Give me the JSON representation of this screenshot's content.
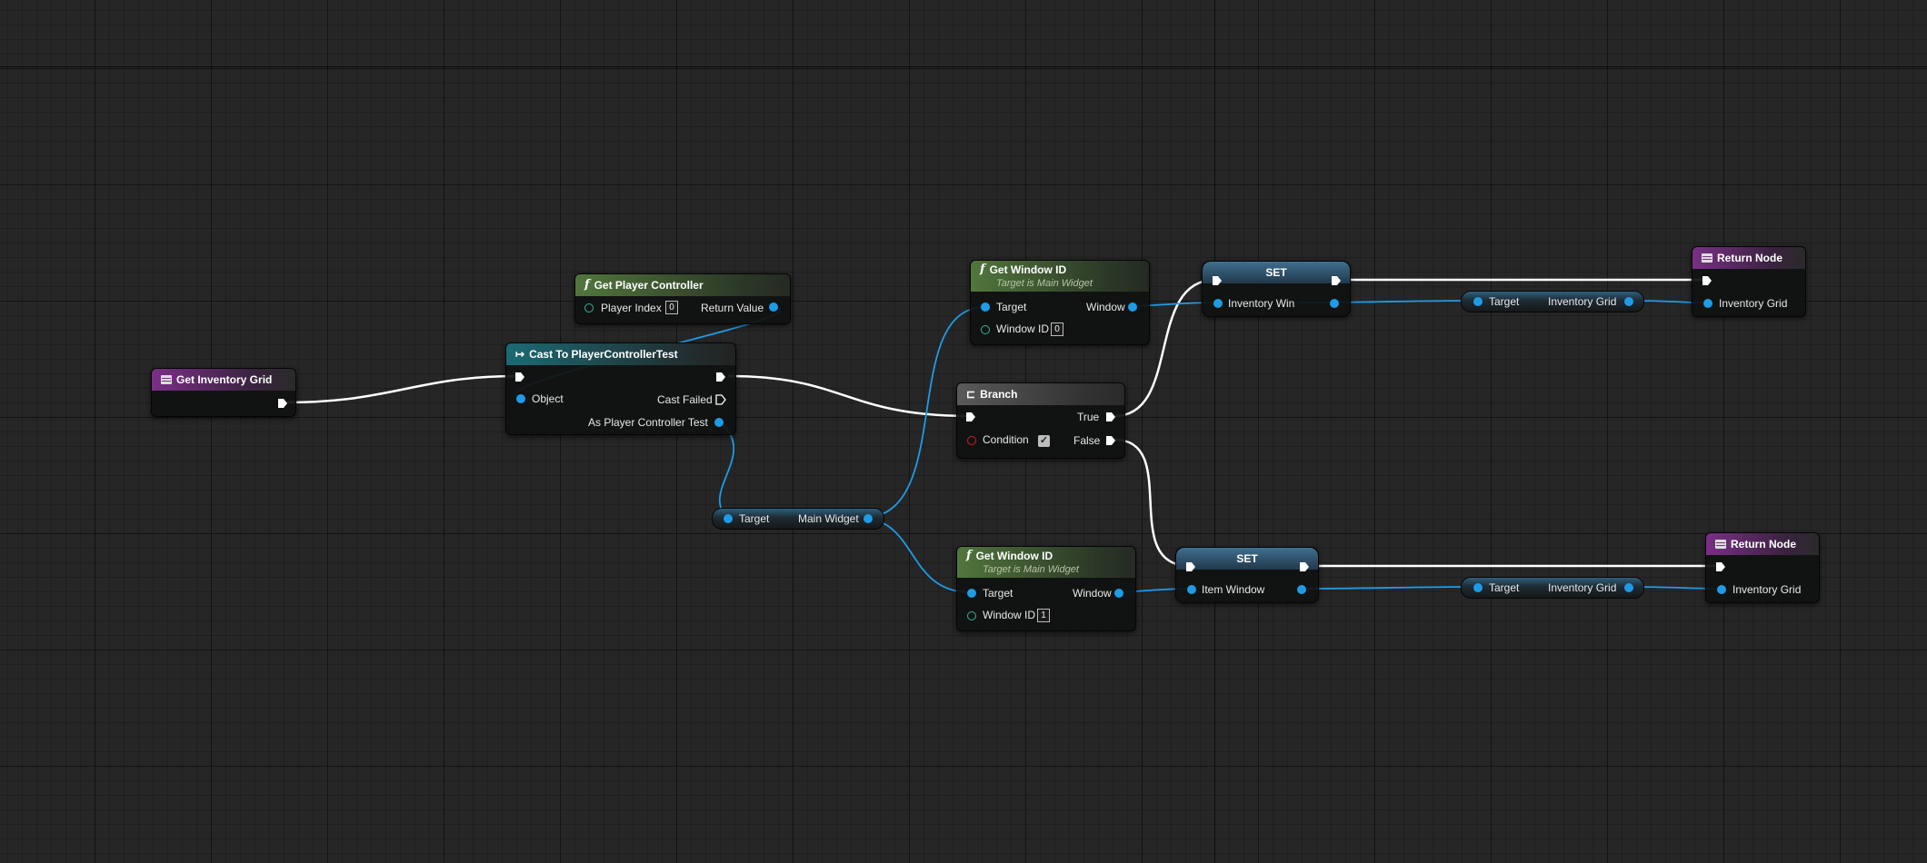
{
  "colors": {
    "exec_wire": "#ffffff",
    "object_wire": "#1f9be6",
    "grid_bg": "#262626"
  },
  "nodes": {
    "get_inventory_grid": {
      "title": "Get Inventory Grid",
      "icon": "function-entry-icon"
    },
    "get_player_controller": {
      "title": "Get Player Controller",
      "icon": "function-icon",
      "player_index_label": "Player Index",
      "player_index_value": "0",
      "return_value_label": "Return Value"
    },
    "cast": {
      "title": "Cast To PlayerControllerTest",
      "icon": "cast-icon",
      "object_label": "Object",
      "cast_failed_label": "Cast Failed",
      "as_label": "As Player Controller Test"
    },
    "main_widget_get": {
      "target_label": "Target",
      "output_label": "Main Widget"
    },
    "get_window_id_1": {
      "title": "Get Window ID",
      "subtitle": "Target is Main Widget",
      "target_label": "Target",
      "window_label": "Window",
      "window_id_label": "Window ID",
      "window_id_value": "0"
    },
    "branch": {
      "title": "Branch",
      "icon": "branch-icon",
      "true_label": "True",
      "false_label": "False",
      "condition_label": "Condition",
      "condition_checked": true
    },
    "get_window_id_2": {
      "title": "Get Window ID",
      "subtitle": "Target is Main Widget",
      "target_label": "Target",
      "window_label": "Window",
      "window_id_label": "Window ID",
      "window_id_value": "1"
    },
    "set_1": {
      "title": "SET",
      "var_label": "Inventory Win"
    },
    "set_2": {
      "title": "SET",
      "var_label": "Item Window"
    },
    "get_grid_1": {
      "target_label": "Target",
      "output_label": "Inventory Grid"
    },
    "get_grid_2": {
      "target_label": "Target",
      "output_label": "Inventory Grid"
    },
    "return_1": {
      "title": "Return Node",
      "icon": "return-icon",
      "input_label": "Inventory Grid"
    },
    "return_2": {
      "title": "Return Node",
      "icon": "return-icon",
      "input_label": "Inventory Grid"
    }
  }
}
